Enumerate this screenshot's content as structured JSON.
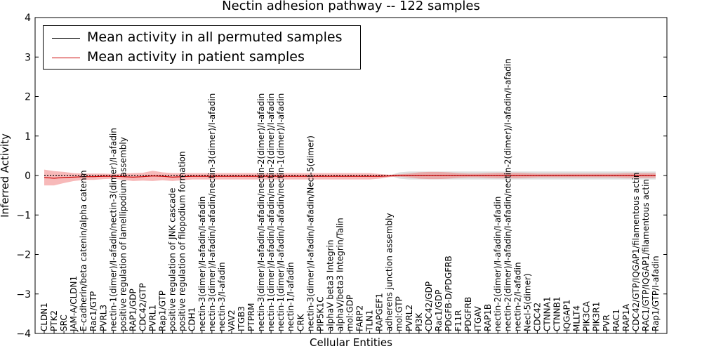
{
  "chart_data": {
    "type": "line",
    "title": "Nectin adhesion pathway -- 122 samples",
    "xlabel": "Cellular Entities",
    "ylabel": "Inferred Activity",
    "ylim": [
      -4,
      4
    ],
    "yticks": [
      -4,
      -3,
      -2,
      -1,
      0,
      1,
      2,
      3,
      4
    ],
    "grid": false,
    "legend_position": "top-left",
    "colors": {
      "permuted": "#000000",
      "patient": "#cc0000",
      "patient_band": "#f08080",
      "permuted_band": "#c8c8c8"
    },
    "categories": [
      "CLDN1",
      "PTK2",
      "SRC",
      "JAM-A/CLDN1",
      "E-cadherin/beta catenin/alpha catenin",
      "Rac1/GTP",
      "PVRL3",
      "nectin-1(dimer)/I-afadin/nectin-3(dimer)/I-afadin",
      "positive regulation of lamellipodium assembly",
      "RAP1/GDP",
      "CDC42/GTP",
      "PVRL1",
      "Rap1/GTP",
      "positive regulation of JNK cascade",
      "positive regulation of filopodium formation",
      "CDH1",
      "nectin-3(dimer)/I-afadin/I-afadin",
      "nectin-3(dimer)/I-afadin/I-afadin/nectin-3(dimer)/I-afadin",
      "nectin-3/I-afadin",
      "VAV2",
      "ITGB3",
      "PTPRM",
      "nectin-3(dimer)/I-afadin/I-afadin/nectin-2(dimer)/I-afadin",
      "nectin-1(dimer)/I-afadin/I-afadin/nectin-2(dimer)/I-afadin",
      "nectin-1(dimer)/I-afadin/I-afadin/nectin-1(dimer)/I-afadin",
      "nectin-1/I-afadin",
      "CRK",
      "nectin-3(dimer)/I-afadin/I-afadin/Necl-5(dimer)",
      "PIP5K1C",
      "alphaV beta3 Integrin",
      "alphaV/beta3 Integrin/Talin",
      "mol:GDP",
      "FARP2",
      "TLN1",
      "RAPGEF1",
      "adherens junction assembly",
      "mol:GTP",
      "PVRL2",
      "PI3K",
      "CDC42/GDP",
      "Rac1/GDP",
      "PDGFB-D/PDGFRB",
      "F11R",
      "PDGFRB",
      "ITGAV",
      "RAP1B",
      "nectin-2(dimer)/I-afadin/I-afadin",
      "nectin-2(dimer)/I-afadin/I-afadin/nectin-2(dimer)/I-afadin/I-afadin",
      "nectin-2/I-afadin",
      "Necl-5(dimer)",
      "CDC42",
      "CTNNA1",
      "CTNNB1",
      "IQGAP1",
      "MLLT4",
      "PIK3CA",
      "PIK3R1",
      "PVR",
      "RAC1",
      "RAP1A",
      "CDC42/GTP/IQGAP1/filamentous actin",
      "RAC1/GTP/IQGAP1/filamentous actin",
      "Rap1/GTP/I-afadin"
    ],
    "series": [
      {
        "name": "Mean activity in all permuted samples",
        "values": [
          0.0,
          0.0,
          0.0,
          0.0,
          0.0,
          0.0,
          0.0,
          0.0,
          0.0,
          0.0,
          0.0,
          0.0,
          0.0,
          0.0,
          0.0,
          0.0,
          0.0,
          0.0,
          0.0,
          0.0,
          0.0,
          0.0,
          0.0,
          0.0,
          0.0,
          0.0,
          0.0,
          0.0,
          0.0,
          0.0,
          0.0,
          0.0,
          0.0,
          0.0,
          0.0,
          0.0,
          0.0,
          0.0,
          0.0,
          0.0,
          0.0,
          0.0,
          0.0,
          0.0,
          0.0,
          0.0,
          0.0,
          0.0,
          0.0,
          0.0,
          0.0,
          0.0,
          0.0,
          0.0,
          0.0,
          0.0,
          0.0,
          0.0,
          0.0,
          0.0,
          0.0,
          0.0,
          0.0
        ],
        "std": [
          0.0,
          0.0,
          0.0,
          0.0,
          0.0,
          0.0,
          0.0,
          0.0,
          0.0,
          0.0,
          0.0,
          0.0,
          0.0,
          0.0,
          0.0,
          0.0,
          0.0,
          0.0,
          0.0,
          0.0,
          0.0,
          0.0,
          0.0,
          0.0,
          0.0,
          0.0,
          0.0,
          0.0,
          0.0,
          0.0,
          0.0,
          0.0,
          0.0,
          0.0,
          0.0,
          0.0,
          0.08,
          0.1,
          0.1,
          0.1,
          0.1,
          0.1,
          0.1,
          0.1,
          0.1,
          0.1,
          0.1,
          0.1,
          0.1,
          0.1,
          0.1,
          0.1,
          0.1,
          0.1,
          0.1,
          0.1,
          0.1,
          0.1,
          0.1,
          0.1,
          0.1,
          0.1,
          0.1
        ]
      },
      {
        "name": "Mean activity in patient samples",
        "values": [
          -0.05,
          -0.07,
          -0.05,
          -0.04,
          -0.03,
          -0.03,
          -0.02,
          -0.02,
          -0.03,
          -0.04,
          -0.03,
          -0.01,
          -0.02,
          -0.04,
          -0.03,
          -0.02,
          -0.02,
          -0.02,
          -0.02,
          -0.02,
          -0.02,
          -0.02,
          -0.02,
          -0.02,
          -0.02,
          -0.02,
          -0.02,
          -0.02,
          -0.02,
          -0.02,
          -0.02,
          -0.02,
          -0.02,
          -0.02,
          -0.02,
          -0.01,
          0.0,
          0.0,
          0.0,
          0.0,
          0.0,
          0.0,
          0.0,
          0.0,
          0.0,
          0.0,
          0.0,
          0.0,
          0.0,
          0.0,
          0.0,
          0.0,
          0.0,
          0.0,
          0.0,
          0.0,
          0.0,
          0.0,
          0.0,
          0.0,
          0.0,
          0.0,
          0.0
        ],
        "std": [
          0.2,
          0.18,
          0.14,
          0.1,
          0.08,
          0.08,
          0.07,
          0.06,
          0.08,
          0.1,
          0.1,
          0.13,
          0.1,
          0.1,
          0.09,
          0.08,
          0.08,
          0.08,
          0.08,
          0.08,
          0.08,
          0.08,
          0.08,
          0.08,
          0.08,
          0.08,
          0.08,
          0.08,
          0.08,
          0.08,
          0.08,
          0.08,
          0.08,
          0.08,
          0.06,
          0.03,
          0.03,
          0.05,
          0.08,
          0.09,
          0.09,
          0.08,
          0.06,
          0.05,
          0.05,
          0.06,
          0.07,
          0.07,
          0.07,
          0.06,
          0.05,
          0.05,
          0.05,
          0.05,
          0.05,
          0.05,
          0.05,
          0.05,
          0.05,
          0.06,
          0.06,
          0.06,
          0.06
        ]
      }
    ]
  }
}
